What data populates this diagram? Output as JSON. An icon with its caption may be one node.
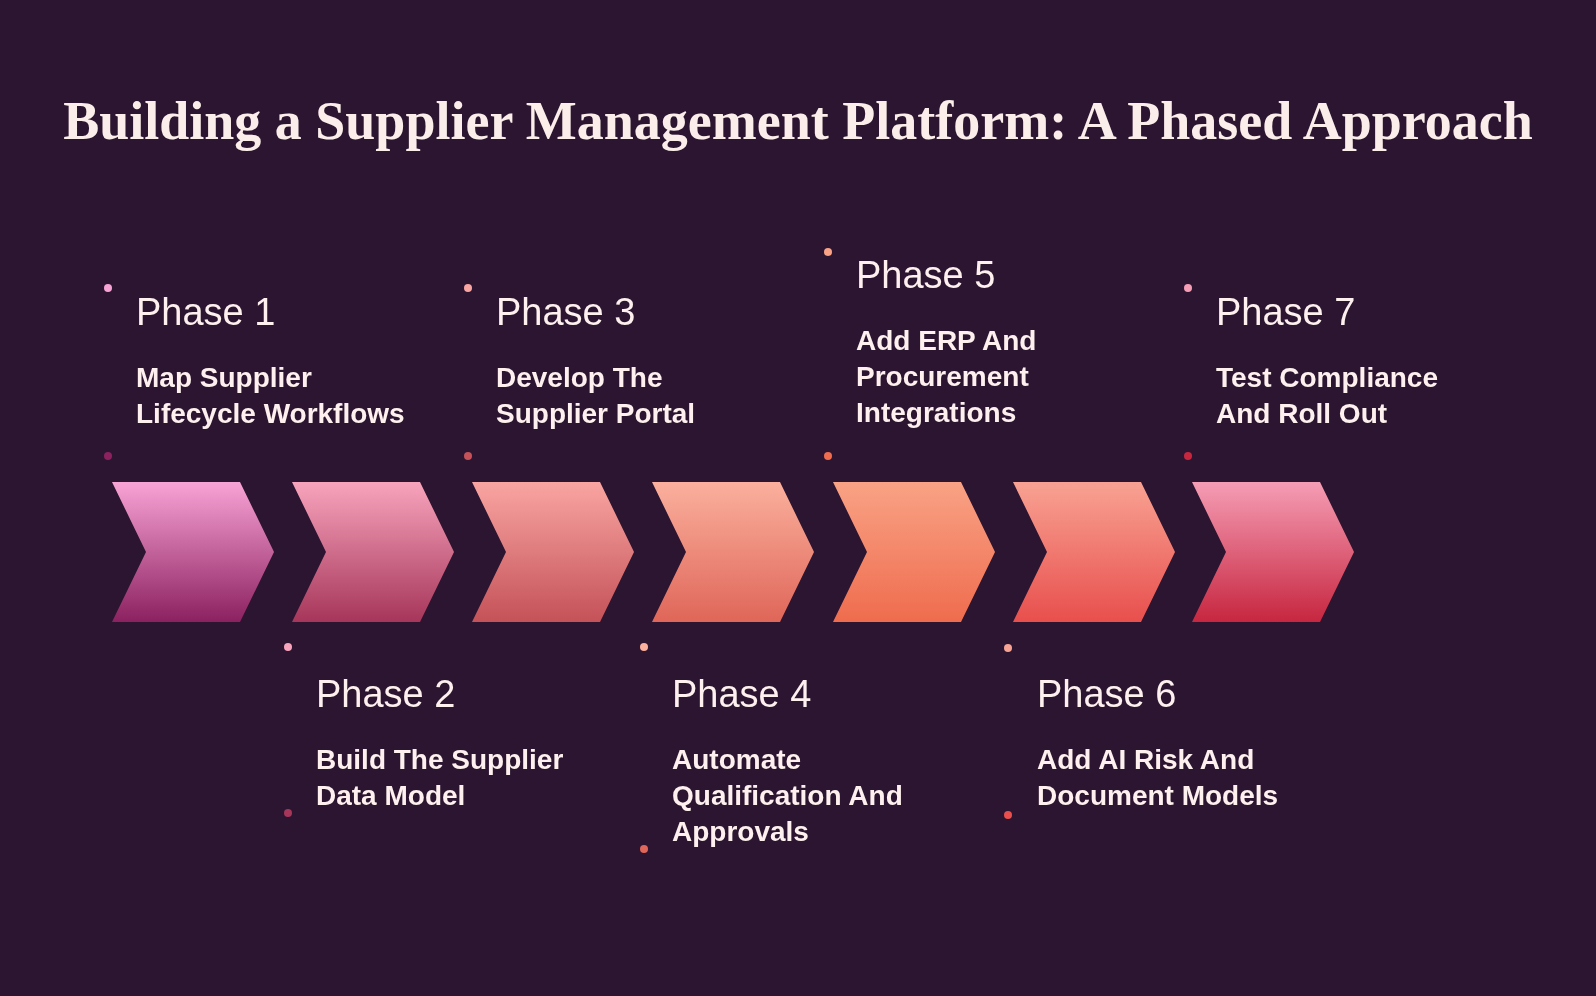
{
  "diagram": {
    "title": "Building a Supplier Management Platform: A Phased Approach",
    "nodes": [
      {
        "text": [],
        "shape": "chevron",
        "beside": [
          "Phase 1",
          "Map Supplier Lifecycle Workflows"
        ]
      },
      {
        "text": [],
        "shape": "chevron",
        "beside": [
          "Phase 2",
          "Build The Supplier Data Model"
        ]
      },
      {
        "text": [],
        "shape": "chevron",
        "beside": [
          "Phase 3",
          "Develop The Supplier Portal"
        ]
      },
      {
        "text": [],
        "shape": "chevron",
        "beside": [
          "Phase 4",
          "Automate Qualification And Approvals"
        ]
      },
      {
        "text": [],
        "shape": "chevron",
        "beside": [
          "Phase 5",
          "Add ERP And Procurement Integrations"
        ]
      },
      {
        "text": [],
        "shape": "chevron",
        "beside": [
          "Phase 6",
          "Add AI Risk And Document Models"
        ]
      },
      {
        "text": [],
        "shape": "chevron",
        "beside": [
          "Phase 7",
          "Test Compliance And Roll Out"
        ]
      }
    ]
  }
}
